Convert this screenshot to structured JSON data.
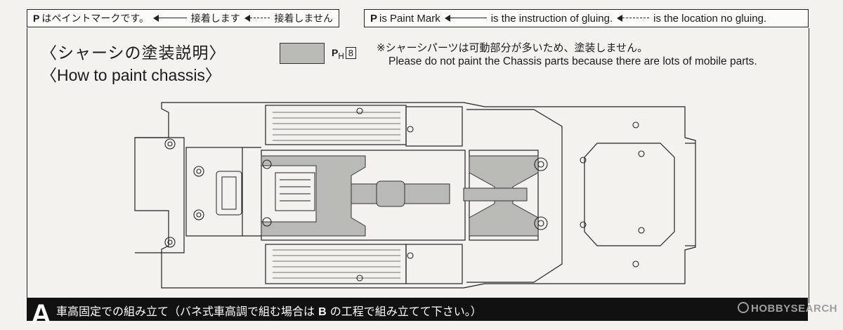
{
  "legend_jp": {
    "paint_text": "はペイントマークです。",
    "glue_text": "接着します",
    "noglue_text": "接着しません"
  },
  "legend_en": {
    "paint_text": "is Paint Mark",
    "glue_text": "is the instruction of gluing.",
    "noglue_text": "is the location no gluing."
  },
  "paint_mark": "P",
  "section": {
    "title_jp": "〈シャーシの塗装説明〉",
    "title_en": "〈How to paint chassis〉"
  },
  "paint_code": {
    "prefix": "P",
    "sub": "H",
    "number": "8"
  },
  "note": {
    "jp": "※シャーシパーツは可動部分が多いため、塗装しません。",
    "en": "Please do not paint the Chassis parts because there are lots of mobile parts."
  },
  "step": {
    "letter": "A",
    "text_jp_1": "車高固定での組み立て（バネ式車高調で組む場合は",
    "text_jp_b": "B",
    "text_jp_2": "の工程で組み立てて下さい。）"
  },
  "watermark": "HOBBYSEARCH",
  "colors": {
    "paint_gray": "#b9b9b6",
    "line": "#222222",
    "paper": "#f3f2ee"
  }
}
